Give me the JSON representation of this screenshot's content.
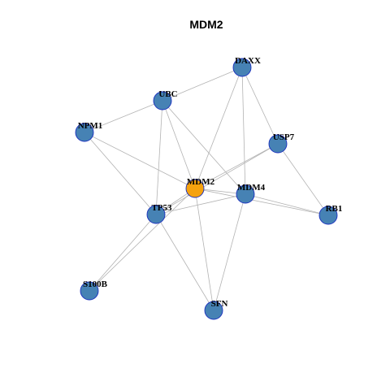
{
  "title": "MDM2",
  "colors": {
    "center_node": "#f5a20e",
    "node": "#4682b4",
    "node_border": "#1a2fbf",
    "edge": "#b3b3b3"
  },
  "nodes": [
    {
      "id": "MDM2",
      "label": "MDM2",
      "role": "center"
    },
    {
      "id": "DAXX",
      "label": "DAXX",
      "role": "partner"
    },
    {
      "id": "UBC",
      "label": "UBC",
      "role": "partner"
    },
    {
      "id": "NPM1",
      "label": "NPM1",
      "role": "partner"
    },
    {
      "id": "USP7",
      "label": "USP7",
      "role": "partner"
    },
    {
      "id": "MDM4",
      "label": "MDM4",
      "role": "partner"
    },
    {
      "id": "TP53",
      "label": "TP53",
      "role": "partner"
    },
    {
      "id": "RB1",
      "label": "RB1",
      "role": "partner"
    },
    {
      "id": "S100B",
      "label": "S100B",
      "role": "partner"
    },
    {
      "id": "SFN",
      "label": "SFN",
      "role": "partner"
    }
  ],
  "edges": [
    [
      "DAXX",
      "UBC"
    ],
    [
      "DAXX",
      "MDM2"
    ],
    [
      "DAXX",
      "MDM4"
    ],
    [
      "DAXX",
      "USP7"
    ],
    [
      "UBC",
      "NPM1"
    ],
    [
      "UBC",
      "MDM2"
    ],
    [
      "UBC",
      "TP53"
    ],
    [
      "UBC",
      "MDM4"
    ],
    [
      "NPM1",
      "MDM2"
    ],
    [
      "NPM1",
      "TP53"
    ],
    [
      "USP7",
      "MDM2"
    ],
    [
      "USP7",
      "TP53"
    ],
    [
      "USP7",
      "RB1"
    ],
    [
      "MDM2",
      "MDM4"
    ],
    [
      "MDM2",
      "TP53"
    ],
    [
      "MDM2",
      "RB1"
    ],
    [
      "MDM2",
      "SFN"
    ],
    [
      "MDM4",
      "TP53"
    ],
    [
      "MDM4",
      "RB1"
    ],
    [
      "MDM4",
      "SFN"
    ],
    [
      "TP53",
      "S100B"
    ],
    [
      "TP53",
      "SFN"
    ],
    [
      "MDM2",
      "S100B"
    ]
  ]
}
